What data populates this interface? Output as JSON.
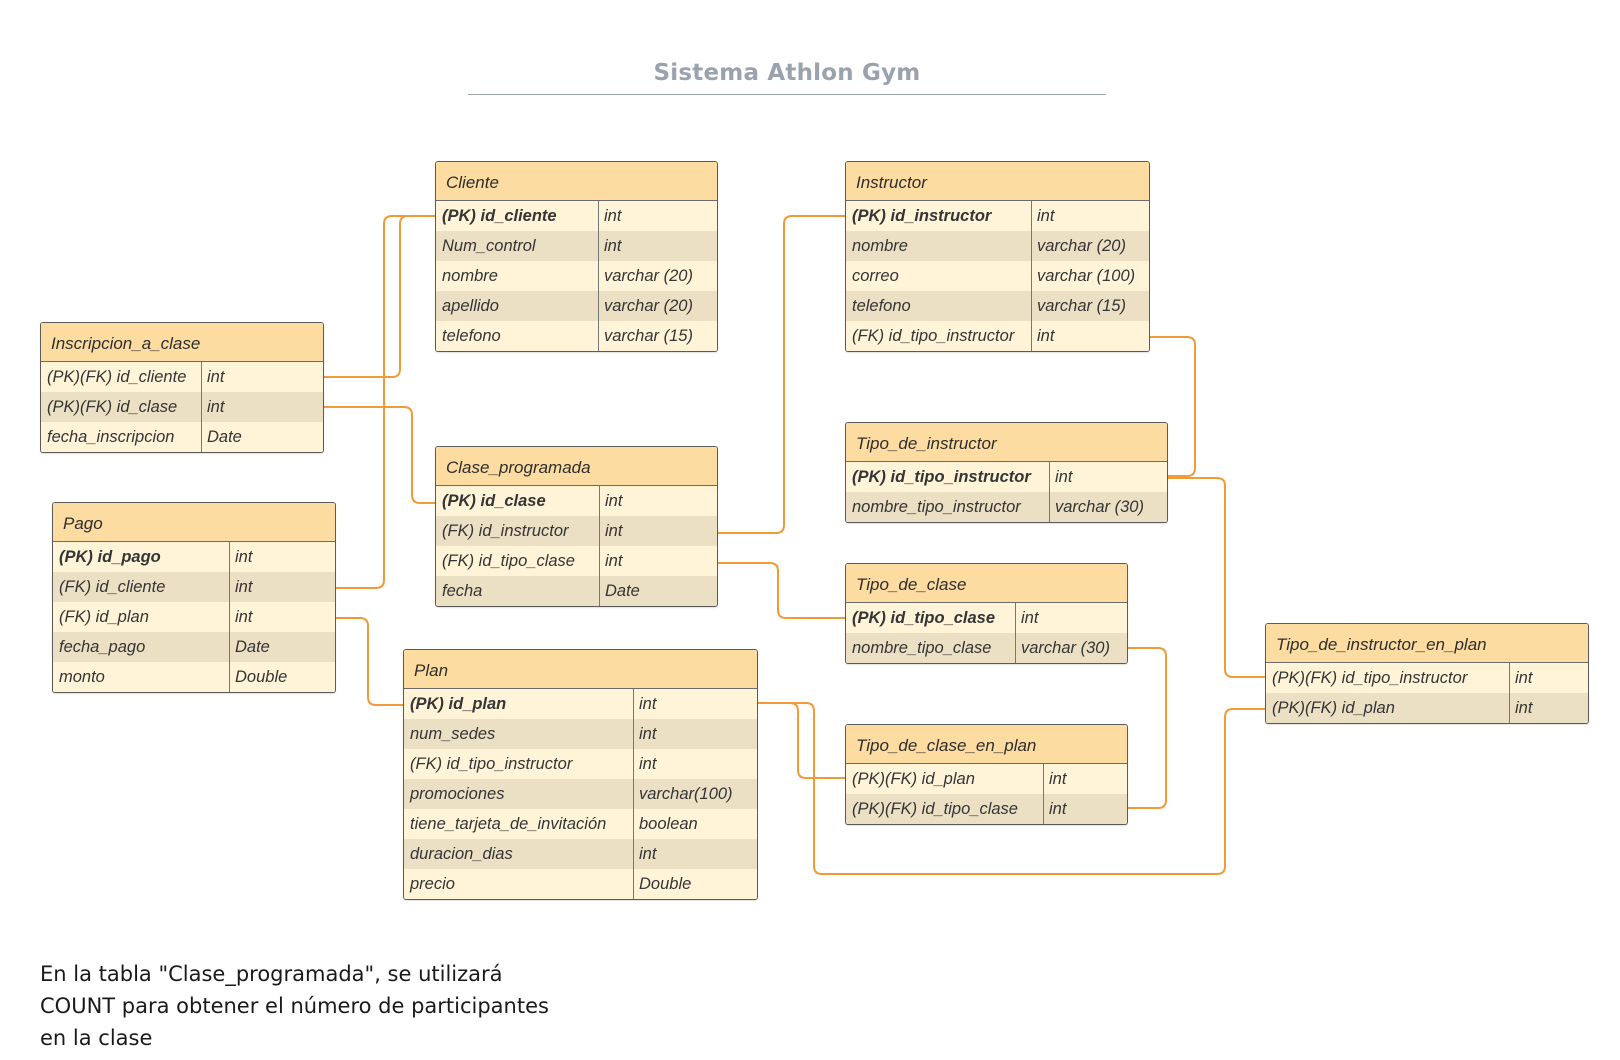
{
  "title": "Sistema Athlon Gym",
  "colors": {
    "header": "#fddca2",
    "row_light": "#fff3d8",
    "row_dark": "#ebdfc4",
    "connector": "#f19a3a",
    "title": "#9aa2ad"
  },
  "entities": {
    "cliente": {
      "name": "Cliente",
      "rows": [
        {
          "field": "(PK) id_cliente",
          "type": "int",
          "key": true
        },
        {
          "field": "Num_control",
          "type": "int"
        },
        {
          "field": "nombre",
          "type": "varchar (20)"
        },
        {
          "field": "apellido",
          "type": "varchar (20)"
        },
        {
          "field": "telefono",
          "type": "varchar (15)"
        }
      ]
    },
    "instructor": {
      "name": "Instructor",
      "rows": [
        {
          "field": "(PK) id_instructor",
          "type": "int",
          "key": true
        },
        {
          "field": "nombre",
          "type": "varchar (20)"
        },
        {
          "field": "correo",
          "type": "varchar (100)"
        },
        {
          "field": "telefono",
          "type": "varchar (15)"
        },
        {
          "field": "(FK) id_tipo_instructor",
          "type": "int"
        }
      ]
    },
    "inscripcion_a_clase": {
      "name": "Inscripcion_a_clase",
      "rows": [
        {
          "field": "(PK)(FK) id_cliente",
          "type": "int"
        },
        {
          "field": "(PK)(FK) id_clase",
          "type": "int"
        },
        {
          "field": "fecha_inscripcion",
          "type": "Date"
        }
      ]
    },
    "clase_programada": {
      "name": "Clase_programada",
      "rows": [
        {
          "field": "(PK) id_clase",
          "type": "int",
          "key": true
        },
        {
          "field": "(FK) id_instructor",
          "type": "int"
        },
        {
          "field": "(FK) id_tipo_clase",
          "type": "int"
        },
        {
          "field": "fecha",
          "type": "Date"
        }
      ]
    },
    "tipo_de_instructor": {
      "name": "Tipo_de_instructor",
      "rows": [
        {
          "field": "(PK) id_tipo_instructor",
          "type": "int",
          "key": true
        },
        {
          "field": "nombre_tipo_instructor",
          "type": "varchar (30)"
        }
      ]
    },
    "pago": {
      "name": "Pago",
      "rows": [
        {
          "field": "(PK) id_pago",
          "type": "int",
          "key": true
        },
        {
          "field": "(FK) id_cliente",
          "type": "int"
        },
        {
          "field": "(FK) id_plan",
          "type": "int"
        },
        {
          "field": "fecha_pago",
          "type": "Date"
        },
        {
          "field": "monto",
          "type": "Double"
        }
      ]
    },
    "tipo_de_clase": {
      "name": "Tipo_de_clase",
      "rows": [
        {
          "field": "(PK) id_tipo_clase",
          "type": "int",
          "key": true
        },
        {
          "field": "nombre_tipo_clase",
          "type": "varchar (30)"
        }
      ]
    },
    "tipo_de_instructor_en_plan": {
      "name": "Tipo_de_instructor_en_plan",
      "rows": [
        {
          "field": "(PK)(FK) id_tipo_instructor",
          "type": "int"
        },
        {
          "field": "(PK)(FK) id_plan",
          "type": "int"
        }
      ]
    },
    "plan": {
      "name": "Plan",
      "rows": [
        {
          "field": "(PK) id_plan",
          "type": "int",
          "key": true
        },
        {
          "field": "num_sedes",
          "type": "int"
        },
        {
          "field": "(FK) id_tipo_instructor",
          "type": "int"
        },
        {
          "field": "promociones",
          "type": "varchar(100)"
        },
        {
          "field": "tiene_tarjeta_de_invitación",
          "type": "boolean"
        },
        {
          "field": "duracion_dias",
          "type": "int"
        },
        {
          "field": "precio",
          "type": "Double"
        }
      ]
    },
    "tipo_de_clase_en_plan": {
      "name": "Tipo_de_clase_en_plan",
      "rows": [
        {
          "field": "(PK)(FK) id_plan",
          "type": "int"
        },
        {
          "field": "(PK)(FK) id_tipo_clase",
          "type": "int"
        }
      ]
    }
  },
  "note": {
    "line1": "En la tabla \"Clase_programada\", se utilizará",
    "line2": "COUNT para obtener el número de participantes",
    "line3": "en la clase"
  }
}
